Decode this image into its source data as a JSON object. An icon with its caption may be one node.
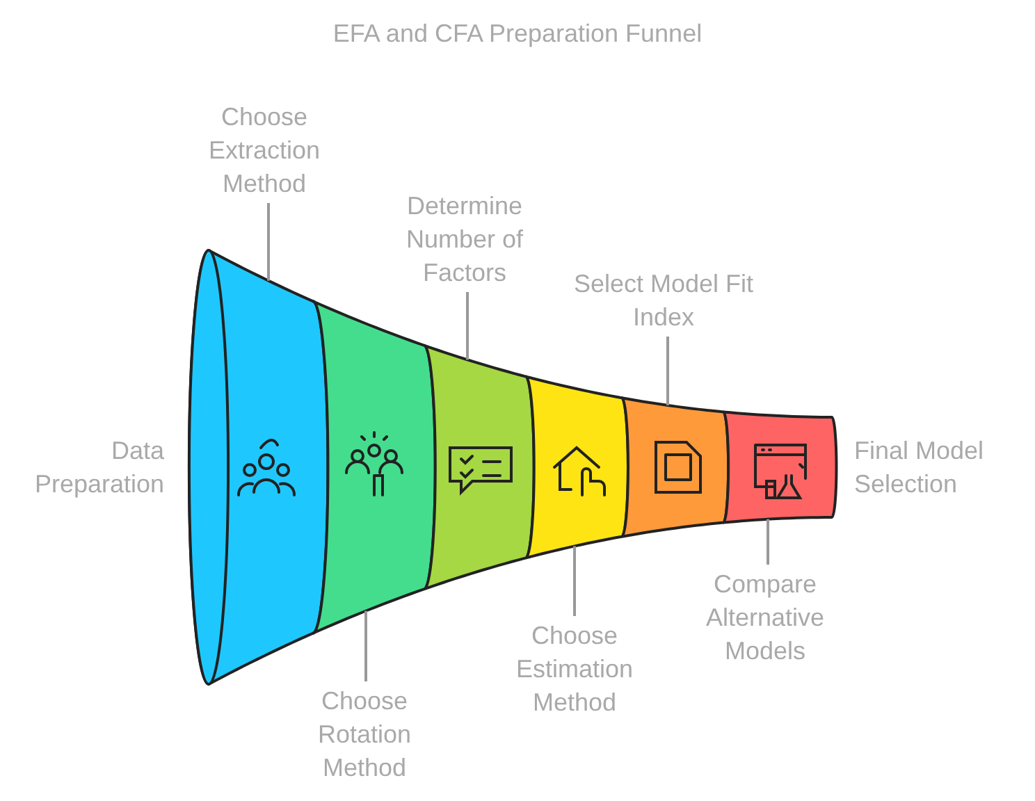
{
  "diagram": {
    "title": "EFA and CFA Preparation Funnel",
    "nodes": [
      {
        "text": [],
        "shape": "band",
        "beside": [
          "Data Preparation"
        ]
      },
      {
        "text": [],
        "shape": "band"
      },
      {
        "text": [],
        "shape": "band"
      },
      {
        "text": [],
        "shape": "band"
      },
      {
        "text": [],
        "shape": "band"
      },
      {
        "text": [],
        "shape": "band",
        "beside": [
          "Final Model Selection"
        ]
      },
      {
        "text": [
          "Choose Extraction Method"
        ]
      },
      {
        "text": [
          "Determine Number of Factors"
        ]
      },
      {
        "text": [
          "Select Model Fit Index"
        ]
      },
      {
        "text": [
          "Choose Rotation Method"
        ]
      },
      {
        "text": [
          "Choose Estimation Method"
        ]
      },
      {
        "text": [
          "Compare Alternative Models"
        ]
      }
    ],
    "edges": [
      {
        "from": 6,
        "to": 0,
        "arrow": "none"
      },
      {
        "from": 7,
        "to": 2,
        "arrow": "none"
      },
      {
        "from": 8,
        "to": 4,
        "arrow": "none"
      },
      {
        "from": 9,
        "to": 1,
        "arrow": "none"
      },
      {
        "from": 10,
        "to": 3,
        "arrow": "none"
      },
      {
        "from": 11,
        "to": 5,
        "arrow": "none"
      }
    ]
  }
}
